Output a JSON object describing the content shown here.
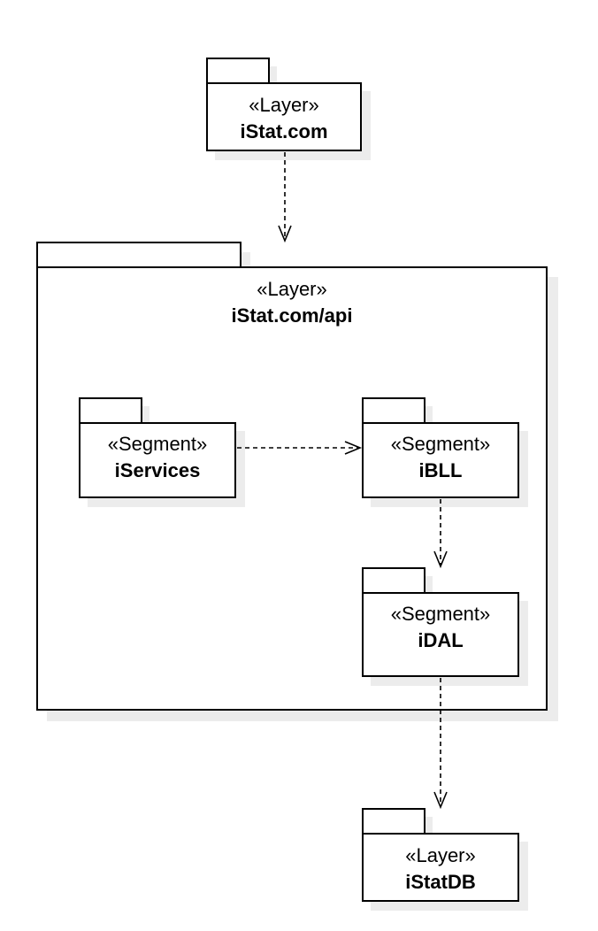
{
  "packages": {
    "istat_com": {
      "stereotype": "«Layer»",
      "name": "iStat.com"
    },
    "istat_api": {
      "stereotype": "«Layer»",
      "name": "iStat.com/api"
    },
    "iservices": {
      "stereotype": "«Segment»",
      "name": "iServices"
    },
    "ibll": {
      "stereotype": "«Segment»",
      "name": "iBLL"
    },
    "idal": {
      "stereotype": "«Segment»",
      "name": "iDAL"
    },
    "istatdb": {
      "stereotype": "«Layer»",
      "name": "iStatDB"
    }
  },
  "dependencies": [
    {
      "from": "iStat.com",
      "to": "iStat.com/api"
    },
    {
      "from": "iServices",
      "to": "iBLL"
    },
    {
      "from": "iBLL",
      "to": "iDAL"
    },
    {
      "from": "iDAL",
      "to": "iStatDB"
    }
  ]
}
